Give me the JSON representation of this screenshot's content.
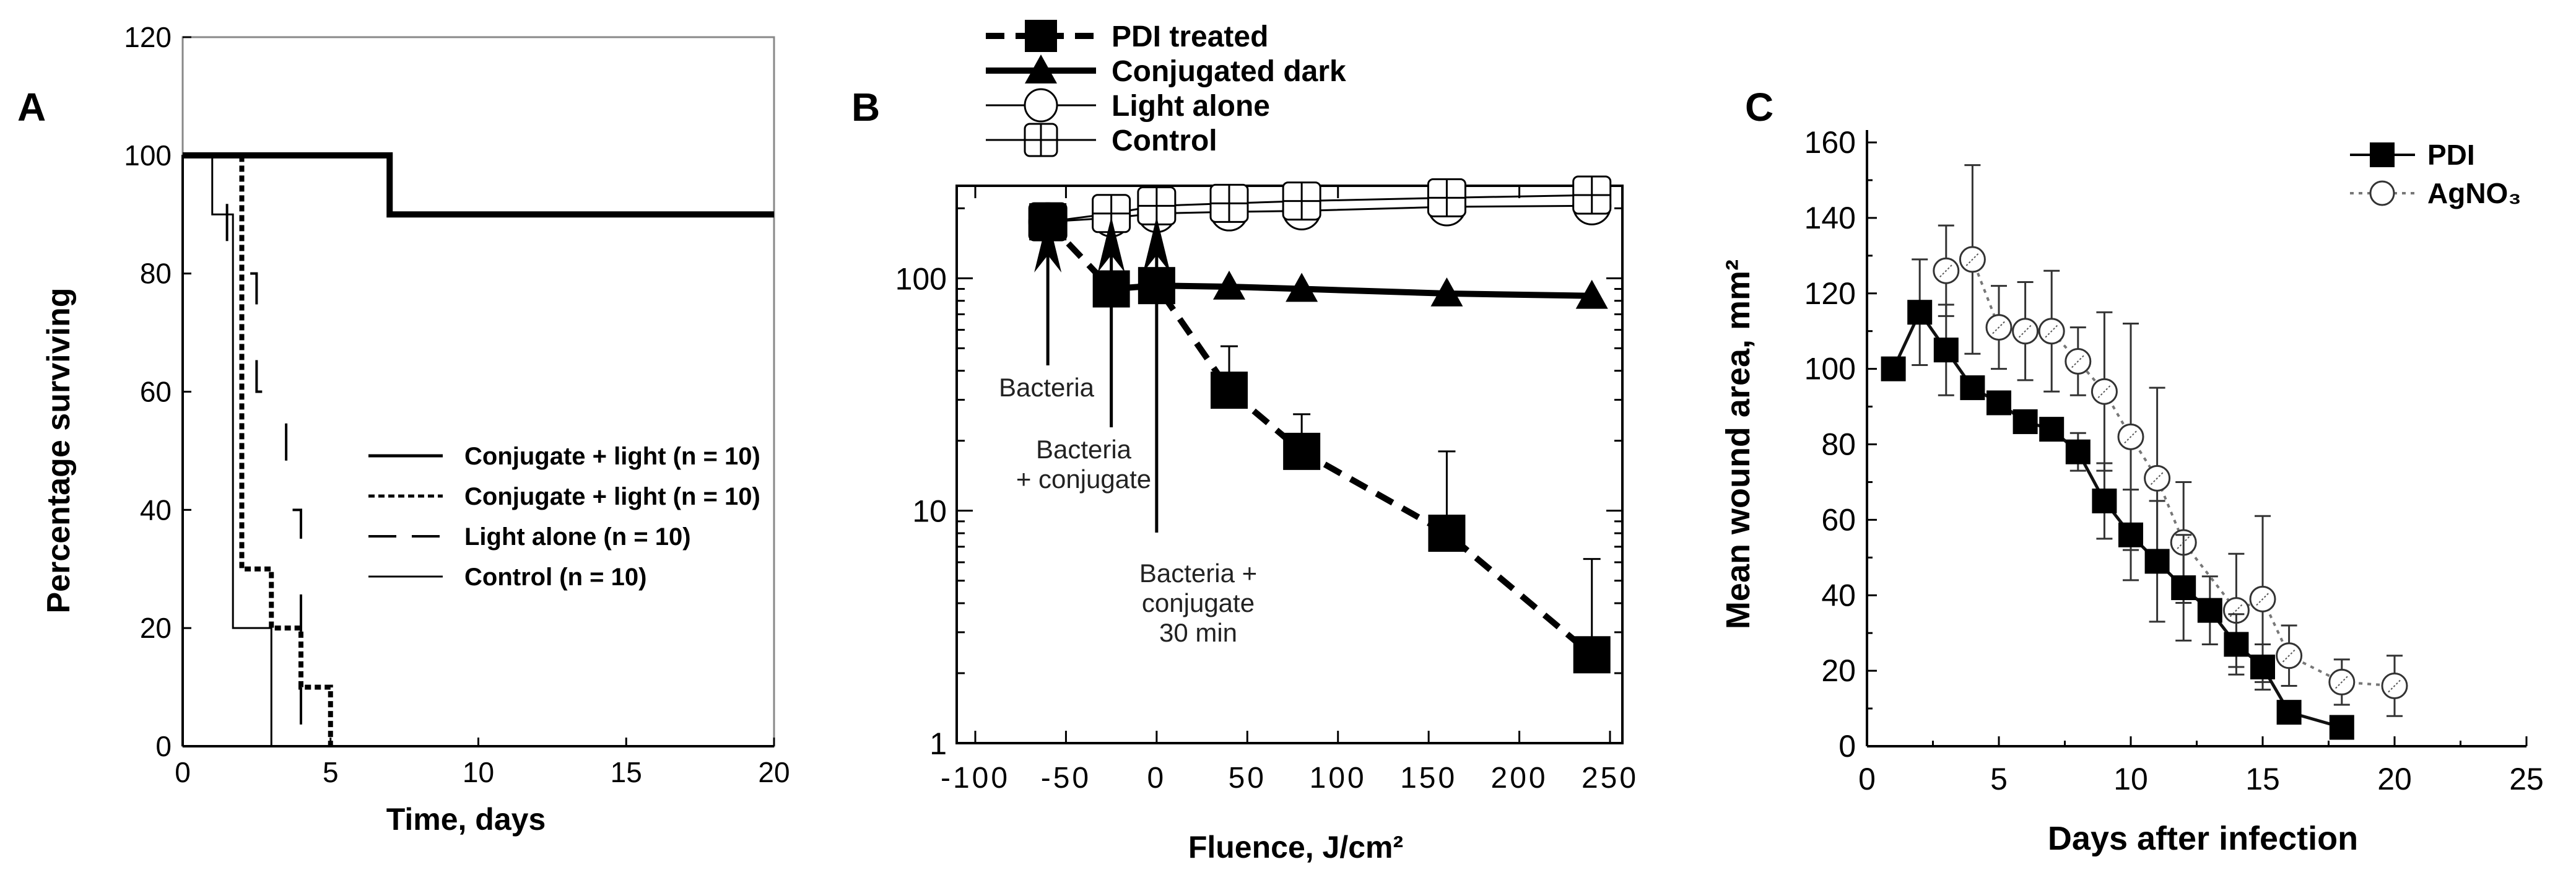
{
  "panels": {
    "a": {
      "letter": "A",
      "chart_data": {
        "type": "line",
        "step": true,
        "title": "",
        "xlabel": "Time, days",
        "ylabel": "Percentage surviving",
        "xlim": [
          0,
          20
        ],
        "ylim": [
          0,
          120
        ],
        "xticks": [
          "0",
          "5",
          "10",
          "15",
          "20"
        ],
        "yticks": [
          "0",
          "20",
          "40",
          "60",
          "80",
          "100",
          "120"
        ],
        "legend_position": "center-right",
        "series": [
          {
            "name": "Conjugate  + light (n = 10)",
            "style": "thick-solid",
            "points": [
              [
                0,
                100
              ],
              [
                7,
                100
              ],
              [
                7,
                90
              ],
              [
                20,
                90
              ]
            ]
          },
          {
            "name": "Conjugate  + light (n = 10)",
            "style": "dotted",
            "points": [
              [
                0,
                100
              ],
              [
                2,
                100
              ],
              [
                2,
                30
              ],
              [
                3,
                30
              ],
              [
                3,
                20
              ],
              [
                4,
                20
              ],
              [
                4,
                10
              ],
              [
                5,
                10
              ],
              [
                5,
                0
              ]
            ]
          },
          {
            "name": "Light alone (n = 10)",
            "style": "long-dash",
            "points": [
              [
                0,
                100
              ],
              [
                1.5,
                100
              ],
              [
                1.5,
                80
              ],
              [
                2.5,
                80
              ],
              [
                2.5,
                60
              ],
              [
                3.5,
                60
              ],
              [
                3.5,
                40
              ],
              [
                4,
                40
              ],
              [
                4,
                0
              ]
            ]
          },
          {
            "name": "Control (n = 10)",
            "style": "thin-solid",
            "points": [
              [
                0,
                100
              ],
              [
                1,
                100
              ],
              [
                1,
                90
              ],
              [
                1.7,
                90
              ],
              [
                1.7,
                20
              ],
              [
                3,
                20
              ],
              [
                3,
                0
              ]
            ]
          }
        ]
      }
    },
    "b": {
      "letter": "B",
      "chart_data": {
        "type": "line",
        "title": "",
        "xlabel": "Fluence, J/cm²",
        "ylabel": "",
        "yscale": "log",
        "xlim": [
          -100,
          250
        ],
        "ylim": [
          1,
          250
        ],
        "xticks": [
          "-100",
          "-50",
          "0",
          "50",
          "100",
          "150",
          "200",
          "250"
        ],
        "yticks": [
          "1",
          "10",
          "100"
        ],
        "legend_position": "top",
        "series": [
          {
            "name": "PDI treated",
            "marker": "square",
            "style": "thick-dash",
            "x": [
              -60,
              -25,
              0,
              40,
              80,
              160,
              240
            ],
            "y": [
              175,
              90,
              93,
              33,
              18,
              8,
              2.4
            ],
            "err": [
              0,
              0,
              0,
              18,
              8,
              10,
              3.8
            ]
          },
          {
            "name": "Conjugated dark",
            "marker": "triangle",
            "style": "thick-solid",
            "x": [
              -25,
              0,
              40,
              80,
              160,
              240
            ],
            "y": [
              90,
              93,
              92,
              90,
              86,
              84
            ],
            "err": [
              0,
              0,
              0,
              0,
              0,
              0
            ]
          },
          {
            "name": "Light alone",
            "marker": "circle",
            "style": "thin-solid",
            "x": [
              -60,
              -25,
              0,
              40,
              80,
              160,
              240
            ],
            "y": [
              175,
              182,
              190,
              193,
              195,
              203,
              205
            ],
            "err": [
              0,
              0,
              0,
              0,
              0,
              0,
              0
            ]
          },
          {
            "name": "Control",
            "marker": "square-cross",
            "style": "thin-solid",
            "x": [
              -60,
              -25,
              0,
              40,
              80,
              160,
              240
            ],
            "y": [
              175,
              190,
              205,
              210,
              215,
              222,
              228
            ],
            "err": [
              0,
              0,
              0,
              0,
              0,
              0,
              0
            ]
          }
        ],
        "annotations": [
          {
            "text": [
              "Bacteria"
            ],
            "x": -60
          },
          {
            "text": [
              "Bacteria",
              "+ conjugate"
            ],
            "x": -25
          },
          {
            "text": [
              "Bacteria +",
              "conjugate",
              "30 min"
            ],
            "x": 0
          }
        ]
      }
    },
    "c": {
      "letter": "C",
      "chart_data": {
        "type": "line",
        "title": "",
        "xlabel": "Days after infection",
        "ylabel": "Mean wound area, mm²",
        "xlim": [
          0,
          25
        ],
        "ylim": [
          0,
          160
        ],
        "xticks": [
          "0",
          "5",
          "10",
          "15",
          "20",
          "25"
        ],
        "yticks": [
          "0",
          "20",
          "40",
          "60",
          "80",
          "100",
          "120",
          "140",
          "160"
        ],
        "legend_position": "top-right",
        "series": [
          {
            "name": "PDI",
            "marker": "square",
            "style": "solid",
            "x": [
              1,
              2,
              3,
              4,
              5,
              6,
              7,
              8,
              9,
              10,
              11,
              12,
              13,
              14,
              15,
              16,
              18
            ],
            "y": [
              100,
              115,
              105,
              95,
              91,
              86,
              84,
              78,
              65,
              56,
              49,
              42,
              36,
              27,
              21,
              9,
              5
            ],
            "err": [
              0,
              14,
              12,
              0,
              0,
              0,
              0,
              5,
              10,
              12,
              16,
              14,
              9,
              8,
              6,
              0,
              0
            ]
          },
          {
            "name": "AgNO₃",
            "marker": "circle",
            "style": "dotted",
            "x": [
              3,
              4,
              5,
              6,
              7,
              8,
              9,
              10,
              11,
              12,
              14,
              15,
              16,
              18,
              20
            ],
            "y": [
              126,
              129,
              111,
              110,
              110,
              102,
              94,
              82,
              71,
              54,
              36,
              39,
              24,
              17,
              16
            ],
            "err": [
              12,
              25,
              11,
              13,
              16,
              9,
              21,
              30,
              24,
              16,
              15,
              22,
              8,
              6,
              8
            ]
          }
        ]
      }
    }
  }
}
